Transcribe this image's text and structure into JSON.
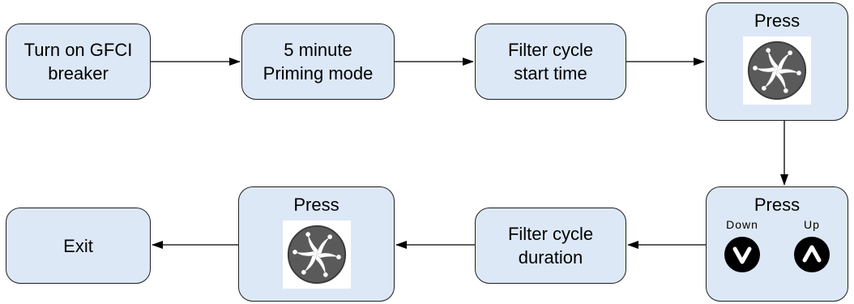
{
  "diagram": {
    "steps": [
      {
        "id": "n1",
        "lines": [
          "Turn on GFCI",
          "breaker"
        ]
      },
      {
        "id": "n2",
        "lines": [
          "5 minute",
          "Priming mode"
        ]
      },
      {
        "id": "n3",
        "lines": [
          "Filter cycle",
          "start time"
        ]
      },
      {
        "id": "n4",
        "label": "Press",
        "icon": "jets-button-icon"
      },
      {
        "id": "n5",
        "label": "Press",
        "down_label": "Down",
        "up_label": "Up",
        "icons": [
          "down-arrow-button-icon",
          "up-arrow-button-icon"
        ]
      },
      {
        "id": "n6",
        "lines": [
          "Filter cycle",
          "duration"
        ]
      },
      {
        "id": "n7",
        "label": "Press",
        "icon": "jets-button-icon"
      },
      {
        "id": "n8",
        "lines": [
          "Exit"
        ]
      }
    ],
    "connections": [
      {
        "from": "n1",
        "to": "n2"
      },
      {
        "from": "n2",
        "to": "n3"
      },
      {
        "from": "n3",
        "to": "n4"
      },
      {
        "from": "n4",
        "to": "n5"
      },
      {
        "from": "n5",
        "to": "n6"
      },
      {
        "from": "n6",
        "to": "n7"
      },
      {
        "from": "n7",
        "to": "n8"
      }
    ],
    "colors": {
      "box_fill": "#dde8f6",
      "box_border": "#1f1f1f",
      "connector": "#000000",
      "icon_disc": "#5a5a5a",
      "icon_swirl": "#ffffff"
    }
  }
}
